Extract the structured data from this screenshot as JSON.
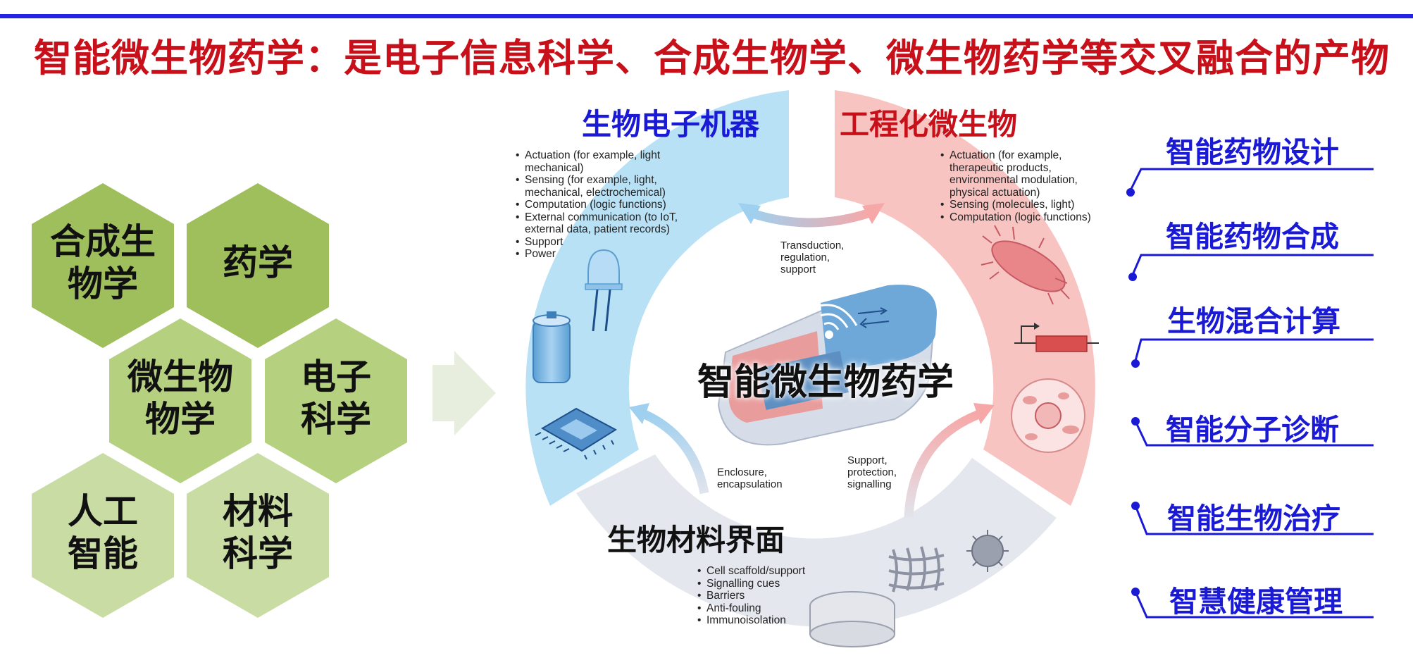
{
  "title": "智能微生物药学：是电子信息科学、合成生物学、微生物药学等交叉融合的产物",
  "colors": {
    "accent_blue": "#1a1ad6",
    "title_red": "#c8101a",
    "hex_dark": "#9fbf5c",
    "hex_mid": "#b5d07f",
    "hex_light": "#c8dca4"
  },
  "hexagons": [
    {
      "label": "合成生\n物学"
    },
    {
      "label": "药学"
    },
    {
      "label": "微生物\n物学"
    },
    {
      "label": "电子\n科学"
    },
    {
      "label": "人工\n智能"
    },
    {
      "label": "材料\n科学"
    }
  ],
  "center": {
    "title": "智能微生物药学"
  },
  "sections": {
    "bioelectronic": {
      "title": "生物电子机器",
      "items": [
        "Actuation (for example, light\nmechanical)",
        "Sensing (for example, light,\nmechanical, electrochemical)",
        "Computation (logic functions)",
        "External communication (to IoT,\nexternal data, patient records)",
        "Support",
        "Power"
      ]
    },
    "engineered": {
      "title": "工程化微生物",
      "items": [
        "Actuation (for example,\ntherapeutic products,\nenvironmental modulation,\nphysical actuation)",
        "Sensing (molecules, light)",
        "Computation (logic functions)"
      ]
    },
    "biomaterial": {
      "title": "生物材料界面",
      "items": [
        "Cell scaffold/support",
        "Signalling cues",
        "Barriers",
        "Anti-fouling",
        "Immunoisolation"
      ]
    }
  },
  "arrow_labels": {
    "top": "Transduction,\nregulation,\nsupport",
    "left": "Enclosure,\nencapsulation",
    "right": "Support,\nprotection,\nsignalling"
  },
  "applications": [
    "智能药物设计",
    "智能药物合成",
    "生物混合计算",
    "智能分子诊断",
    "智能生物治疗",
    "智慧健康管理"
  ]
}
